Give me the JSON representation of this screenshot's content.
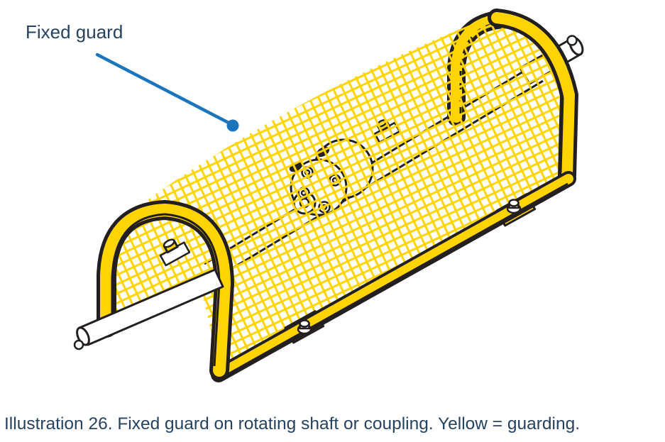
{
  "label": {
    "text": "Fixed guard"
  },
  "caption": {
    "text": "Illustration 26. Fixed guard on rotating shaft or coupling. Yellow = guarding."
  },
  "colors": {
    "guard_yellow": "#FFD400",
    "line_black": "#231F20",
    "leader_blue": "#1B75BC",
    "text_navy": "#26425F",
    "background": "#FFFFFF",
    "shaft_white": "#FFFFFF"
  },
  "illustration": {
    "subject": "fixed guard on rotating shaft or coupling",
    "guarding_color_meaning": "Yellow = guarding",
    "parts": [
      "mesh-guard-cover",
      "near-arch-frame",
      "far-arch-frame",
      "base-rail",
      "mounting-feet-with-bolts",
      "rotating-shaft",
      "shaft-coupling",
      "bearing-blocks"
    ]
  }
}
